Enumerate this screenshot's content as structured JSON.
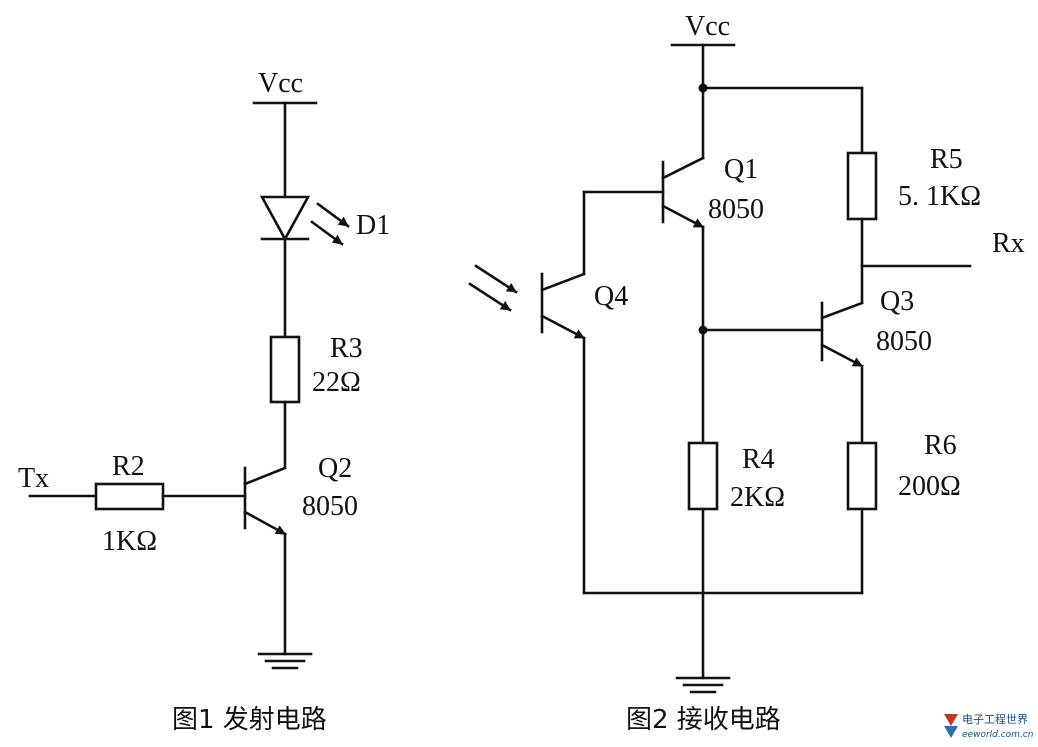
{
  "fig1": {
    "caption": "图1  发射电路",
    "vcc": "Vcc",
    "d1": "D1",
    "r3_name": "R3",
    "r3_value": "22Ω",
    "r2_name": "R2",
    "r2_value": "1KΩ",
    "q2_name": "Q2",
    "q2_type": "8050",
    "tx": "Tx"
  },
  "fig2": {
    "caption": "图2  接收电路",
    "vcc": "Vcc",
    "q1_name": "Q1",
    "q1_type": "8050",
    "q4_name": "Q4",
    "r5_name": "R5",
    "r5_value": "5. 1KΩ",
    "rx": "Rx",
    "q3_name": "Q3",
    "q3_type": "8050",
    "r4_name": "R4",
    "r4_value": "2KΩ",
    "r6_name": "R6",
    "r6_value": "200Ω"
  },
  "watermark": {
    "brand": "电子工程世界",
    "url": "eeworld.com.cn"
  }
}
